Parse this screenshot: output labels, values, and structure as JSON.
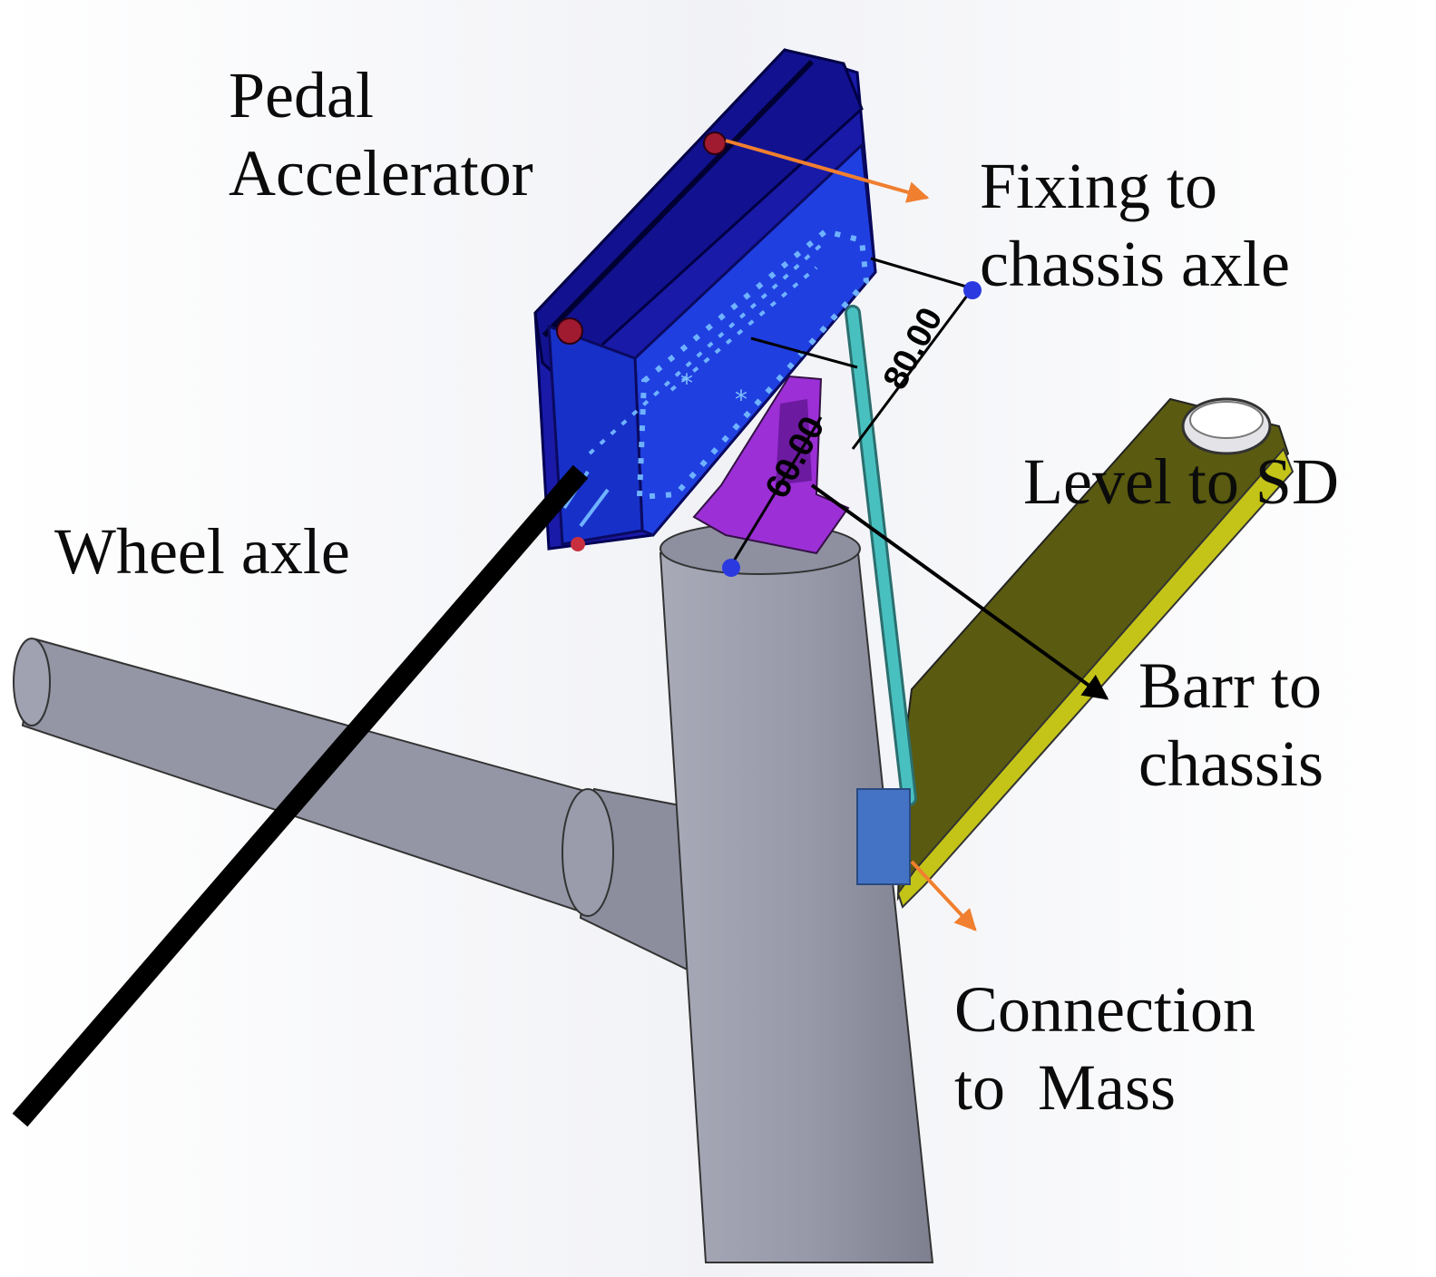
{
  "labels": {
    "pedal": [
      "Pedal",
      "Accelerator"
    ],
    "fixing": [
      "Fixing to",
      "chassis axle"
    ],
    "level": [
      "Level to SD"
    ],
    "wheel": [
      "Wheel axle"
    ],
    "barr": [
      "Barr to",
      "chassis"
    ],
    "connection": [
      "Connection",
      "to  Mass"
    ]
  },
  "dimensions": {
    "top": "80.00",
    "bottom": "60.00"
  },
  "colors": {
    "pedal_body": "#1a1aa8",
    "pedal_face": "#1e3fe0",
    "mount": "#9c2fd6",
    "frame_tube": "#9a9cab",
    "lever": "#5a5a10",
    "lever_edge": "#c4c418",
    "rod": "#3fb3b3",
    "sensor": "#4472c4",
    "arrow_orange": "#f07f2f",
    "cable": "#000000"
  }
}
